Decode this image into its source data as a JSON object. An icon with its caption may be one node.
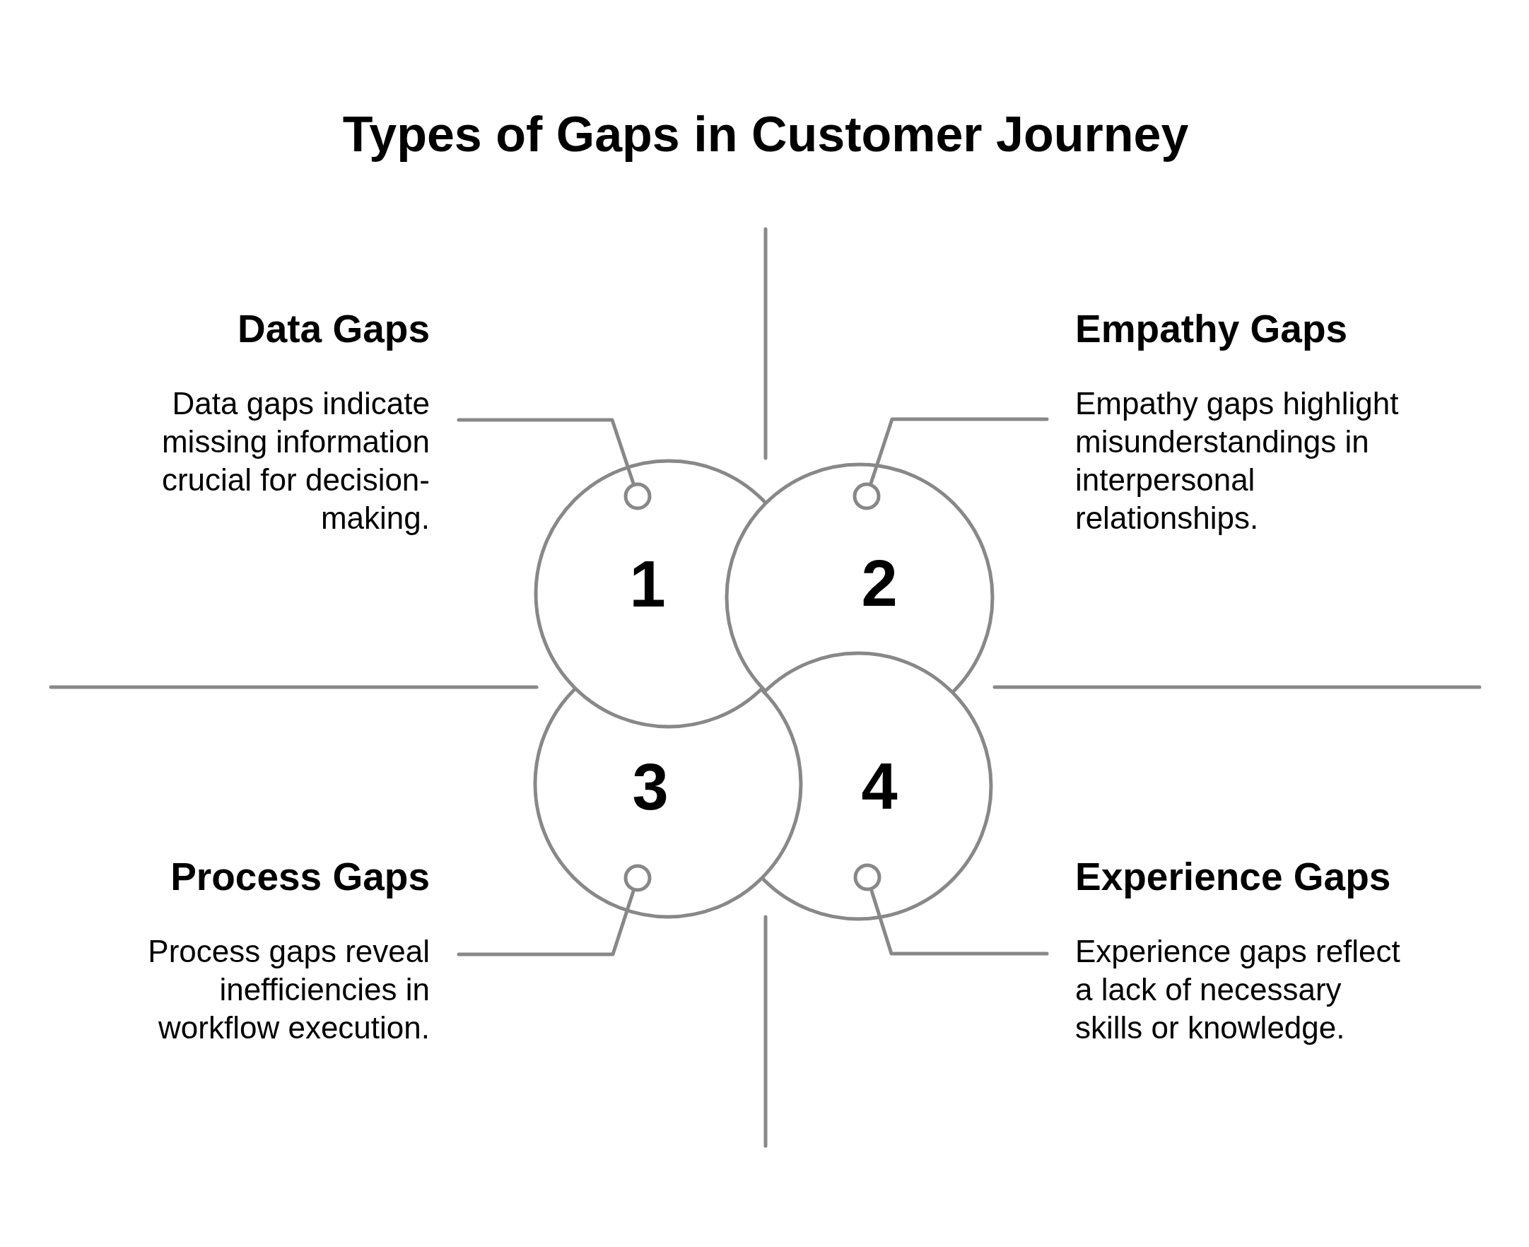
{
  "diagram": {
    "title": "Types of Gaps in Customer Journey",
    "nodes": [
      {
        "text": [
          "Data Gaps",
          "Data gaps indicate missing information crucial for decision-making."
        ]
      },
      {
        "text": [
          "Empathy Gaps",
          "Empathy gaps highlight misunderstandings in interpersonal relationships."
        ]
      },
      {
        "text": [
          "1"
        ]
      },
      {
        "text": [],
        "shape": "circle",
        "in": 2
      },
      {
        "text": [
          "2"
        ]
      },
      {
        "text": [],
        "shape": "circle",
        "in": 4
      },
      {
        "text": [
          "3"
        ]
      },
      {
        "text": [],
        "shape": "circle",
        "in": 6
      },
      {
        "text": [
          "4"
        ]
      },
      {
        "text": [],
        "shape": "circle",
        "in": 8
      },
      {
        "text": [
          "Process Gaps",
          "Process gaps reveal inefficiencies in workflow execution."
        ]
      },
      {
        "text": [
          "Experience Gaps",
          "Experience gaps reflect a lack of necessary skills or knowledge."
        ]
      }
    ],
    "edges": [
      {
        "from": 0,
        "to": 3,
        "arrow": "none"
      },
      {
        "from": 1,
        "to": 5,
        "arrow": "none"
      },
      {
        "from": 10,
        "to": 7,
        "arrow": "none"
      },
      {
        "from": 11,
        "to": 9,
        "arrow": "none"
      }
    ]
  }
}
